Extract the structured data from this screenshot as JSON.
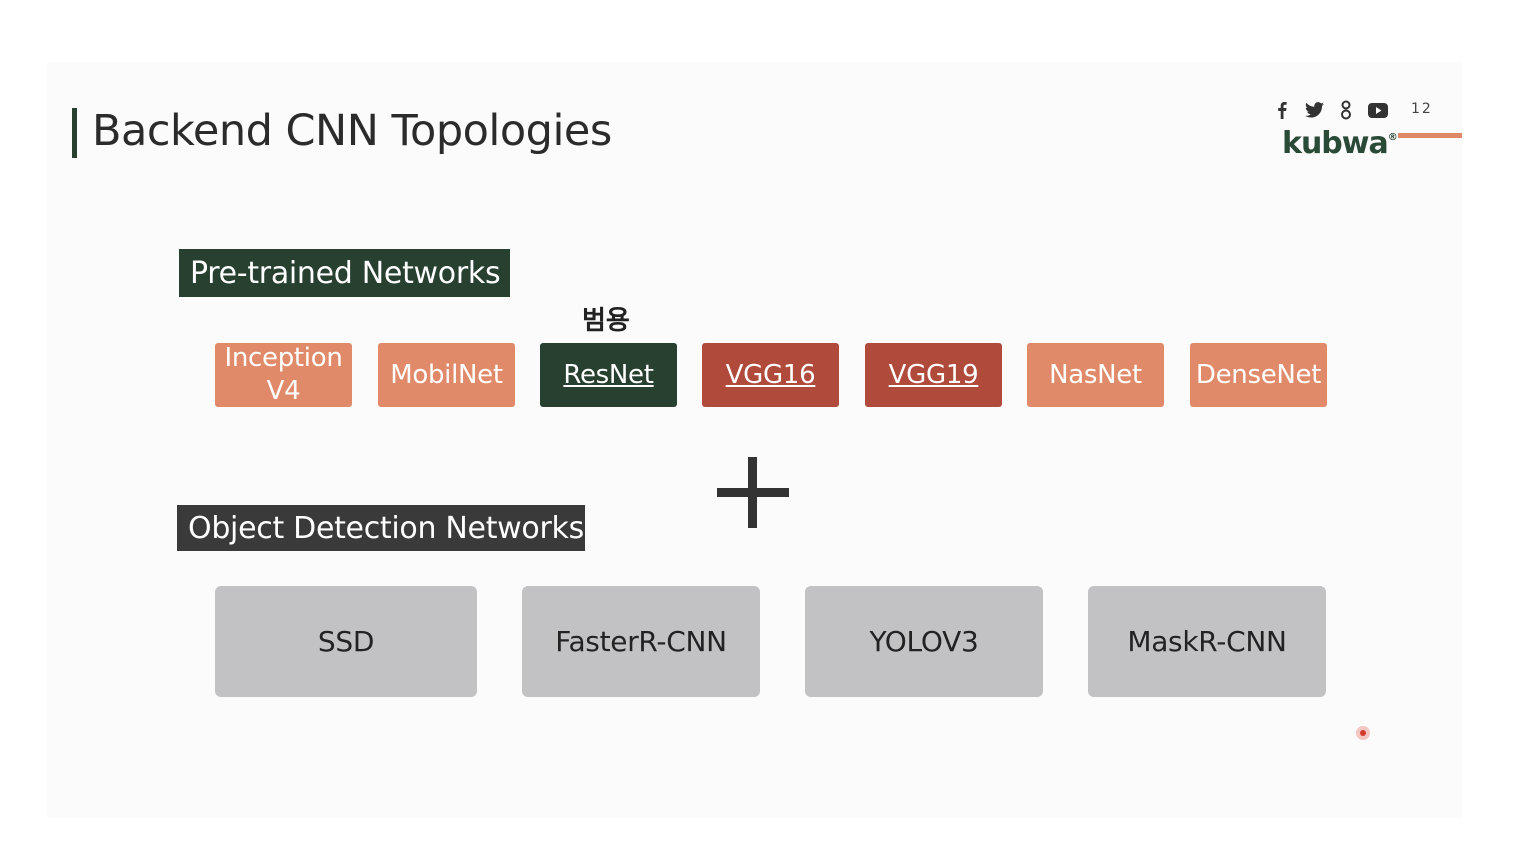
{
  "slide": {
    "title": "Backend CNN Topologies",
    "page_number": "12",
    "logo": "kubwa",
    "logo_mark": "®",
    "social_icons": [
      "facebook-icon",
      "twitter-icon",
      "google-plus-icon",
      "youtube-icon"
    ]
  },
  "pretrained": {
    "label": "Pre-trained Networks",
    "note": "범용",
    "networks": [
      {
        "line1": "Inception",
        "line2": "V4",
        "style": "light"
      },
      {
        "label": "MobilNet",
        "style": "light"
      },
      {
        "label": "ResNet",
        "style": "dark",
        "underlined": true
      },
      {
        "label": "VGG16",
        "style": "red",
        "underlined": true
      },
      {
        "label": "VGG19",
        "style": "red",
        "underlined": true
      },
      {
        "label": "NasNet",
        "style": "light"
      },
      {
        "label": "DenseNet",
        "style": "light"
      }
    ]
  },
  "combine_symbol": "plus",
  "detection": {
    "label": "Object Detection Networks",
    "networks": [
      "SSD",
      "FasterR-CNN",
      "YOLOV3",
      "MaskR-CNN"
    ]
  },
  "colors": {
    "dark_green": "#274030",
    "light_orange": "#e08a6a",
    "red": "#b04b3c",
    "gray_box": "#c2c1c4",
    "accent_line": "#e08866"
  }
}
